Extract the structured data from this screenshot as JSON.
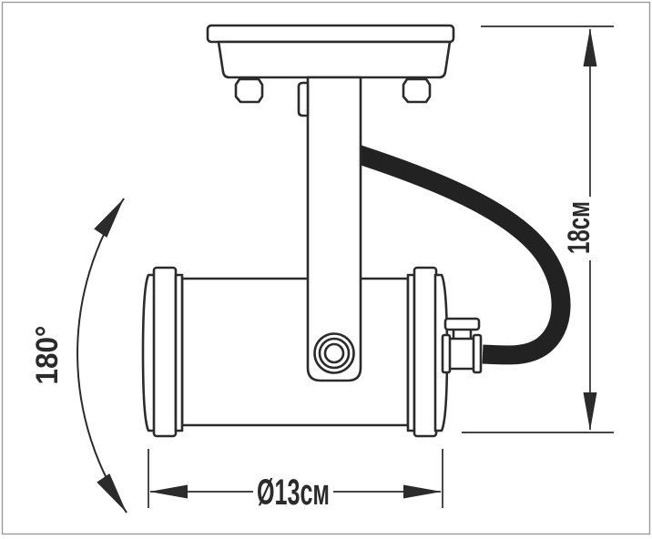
{
  "diagram": {
    "type": "technical-drawing",
    "subject": "ceiling-mounted spotlight fixture, side view with dimensions",
    "labels": {
      "rotation": "180°",
      "height": "18см",
      "diameter": "Ø13см"
    },
    "values": {
      "rotation_deg": 180,
      "height_cm": 18,
      "diameter_cm": 13
    },
    "colors": {
      "line": "#2b2b2b",
      "cable": "#222222",
      "border": "#9c9c9c",
      "background": "#ffffff"
    }
  }
}
